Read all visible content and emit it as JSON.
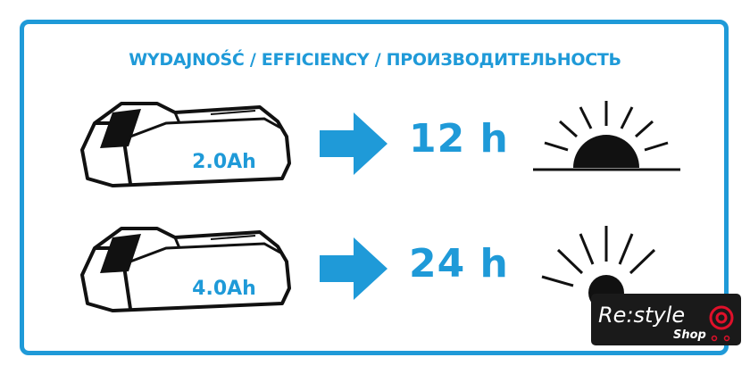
{
  "title": "WYDAJNOŚĆ / EFFICIENCY / ПРОИЗВОДИТЕЛЬНОСТЬ",
  "rows": [
    {
      "battery_label": "2.0Ah",
      "runtime": "12 h"
    },
    {
      "battery_label": "4.0Ah",
      "runtime": "24 h"
    }
  ],
  "logo": {
    "brand": "Re:style",
    "sub": "Shop"
  },
  "colors": {
    "accent": "#1f9ad8",
    "logo_red": "#e0102a"
  }
}
